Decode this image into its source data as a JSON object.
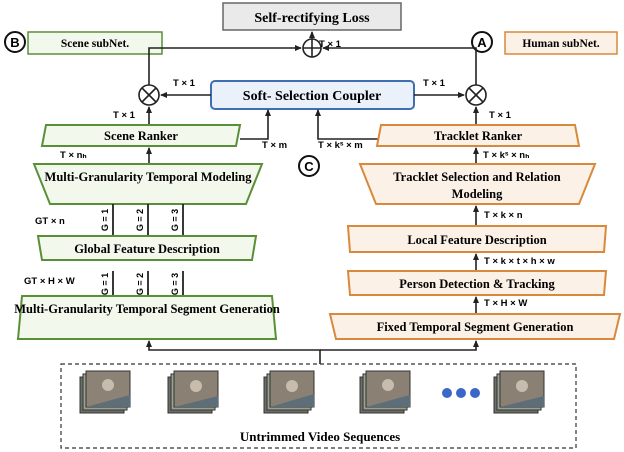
{
  "colors": {
    "scene_stroke": "#5a8f3a",
    "scene_fill": "#f3f8ec",
    "human_stroke": "#d8893c",
    "human_fill": "#fcf1e6",
    "coupler_stroke": "#3f6fb0",
    "coupler_fill": "#eaf1fb",
    "loss_fill": "#eaeaea",
    "dots": "#3b68c8"
  },
  "loss": {
    "label": "Self-rectifying Loss"
  },
  "labels": {
    "scene_subnet": "Scene subNet.",
    "human_subnet": "Human subNet.",
    "badge_b": "B",
    "badge_a": "A",
    "badge_c": "C"
  },
  "coupler": {
    "label": "Soft- Selection Coupler"
  },
  "scene": {
    "ranker": "Scene Ranker",
    "temporal_modeling": "Multi-Granularity Temporal Modeling",
    "feature_description": "Global Feature Description",
    "segment_generation": "Multi-Granularity Temporal Segment Generation",
    "granularities": [
      "G = 1",
      "G = 2",
      "G = 3"
    ]
  },
  "human": {
    "ranker": "Tracklet Ranker",
    "selection_modeling": "Tracklet Selection and Relation Modeling",
    "feature_description": "Local Feature Description",
    "detection_tracking": "Person Detection & Tracking",
    "segment_generation": "Fixed Temporal Segment Generation"
  },
  "dims": {
    "loss_in": "T × 1",
    "scene_to_mult": "T × 1",
    "human_to_mult": "T × 1",
    "scene_ranker_out": "T × 1",
    "human_ranker_out": "T × 1",
    "scene_to_coupler_m": "T × m",
    "human_to_coupler": "T × kˢ × m",
    "scene_nh": "T × nₕ",
    "human_nh": "T × kˢ × nₕ",
    "gt_n": "GT × n",
    "gt_hw": "GT × H × W",
    "t_k_n": "T × k × n",
    "t_k_t_h_w": "T × k × t × h × w",
    "t_h_w": "T × H × W"
  },
  "video": {
    "caption": "Untrimmed Video Sequences",
    "ellipsis_icon": "ellipsis-dots-icon"
  }
}
